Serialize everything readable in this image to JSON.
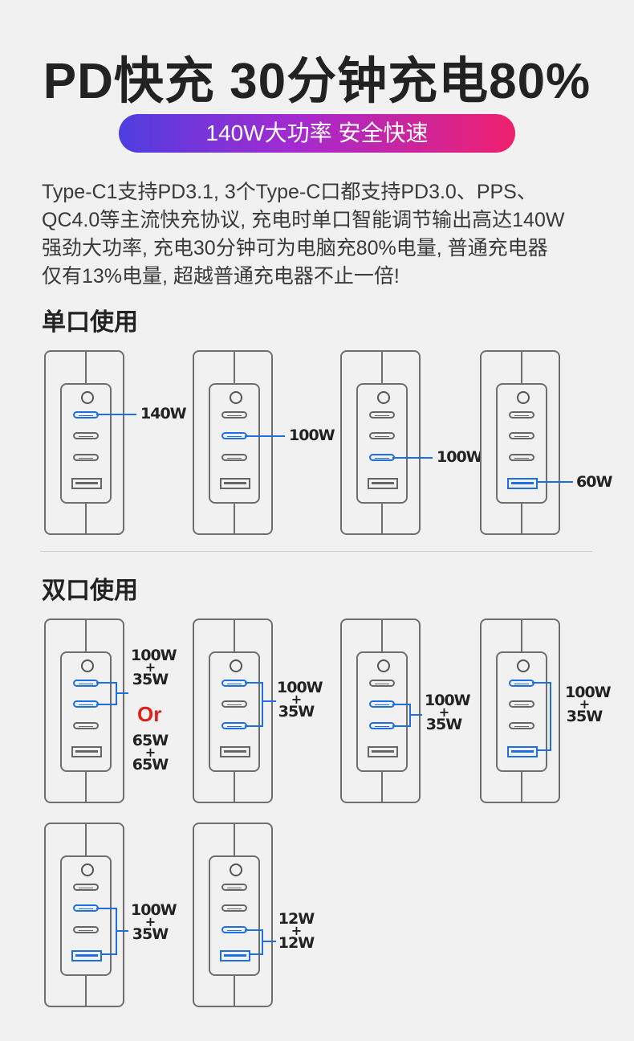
{
  "header": {
    "title": "PD快充 30分钟充电80%",
    "pill": "140W大功率 安全快速"
  },
  "description": {
    "line1": "Type-C1支持PD3.1, 3个Type-C口都支持PD3.0、PPS、",
    "line2": "QC4.0等主流快充协议, 充电时单口智能调节输出高达140W",
    "line3": "强劲大功率, 充电30分钟可为电脑充80%电量, 普通充电器",
    "line4": "仅有13%电量, 超越普通充电器不止一倍!"
  },
  "single": {
    "title": "单口使用",
    "c1": "140W",
    "c2": "100W",
    "c3": "100W",
    "a": "60W"
  },
  "dual": {
    "title": "双口使用",
    "d1": {
      "top": "100W",
      "plus": "+",
      "bottom": "35W",
      "or": "Or",
      "alt_top": "65W",
      "alt_plus": "+",
      "alt_bottom": "65W"
    },
    "d2": {
      "top": "100W",
      "plus": "+",
      "bottom": "35W"
    },
    "d3": {
      "top": "100W",
      "plus": "+",
      "bottom": "35W"
    },
    "d4": {
      "top": "100W",
      "plus": "+",
      "bottom": "35W"
    },
    "d5": {
      "top": "100W",
      "plus": "+",
      "bottom": "35W"
    },
    "d6": {
      "top": "12W",
      "plus": "+",
      "bottom": "12W"
    }
  },
  "colors": {
    "accent": "#1f6fe0",
    "or": "#e0201a",
    "pill_start": "#4f3ee0",
    "pill_end": "#f0206e"
  }
}
